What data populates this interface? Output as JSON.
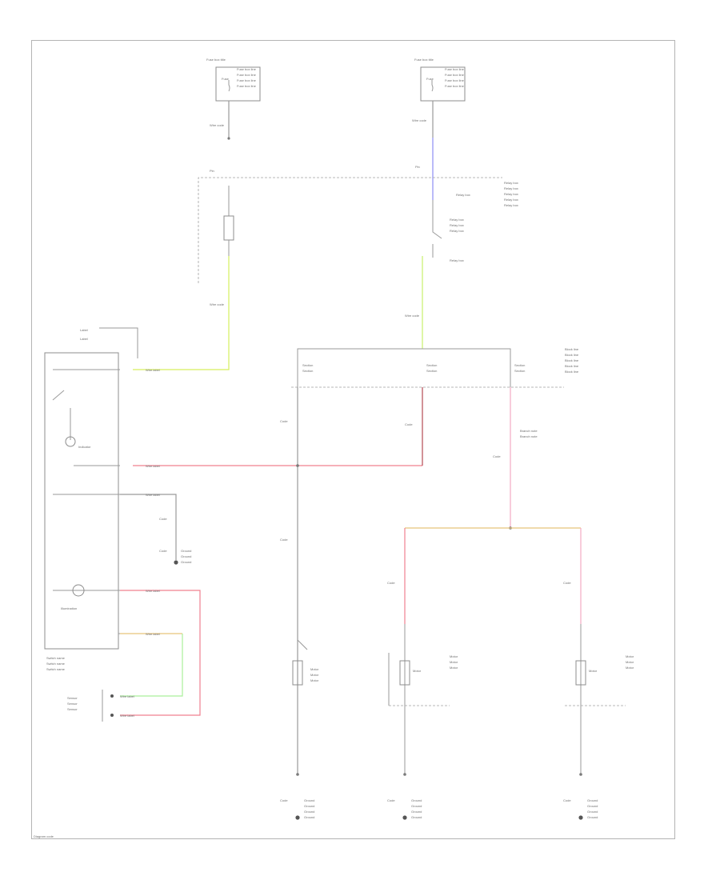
{
  "diagram": {
    "figure_code": "Diagram code",
    "colors": {
      "yellow": "#e7ef5a",
      "yellow_green": "#c8ef6b",
      "red": "#f0808f",
      "dark_red": "#b44a52",
      "pink": "#f4a9c3",
      "orange": "#e8c37a",
      "blue": "#8c8cf2",
      "green": "#a9ef9a",
      "gray": "#9a9a9a"
    },
    "fuse_boxes": {
      "left": {
        "title": "Fuse box title",
        "lines": [
          "Fuse box line",
          "Fuse box line",
          "Fuse box line",
          "Fuse box line"
        ],
        "fuse": "Fuse"
      },
      "right": {
        "title": "Fuse box title",
        "lines": [
          "Fuse box line",
          "Fuse box line",
          "Fuse box line",
          "Fuse box line"
        ],
        "fuse": "Fuse"
      }
    },
    "relay_box": {
      "lines": [
        "Relay box",
        "Relay box",
        "Relay box",
        "Relay box",
        "Relay box"
      ],
      "pins": [
        "Pin",
        "Pin"
      ],
      "wire_codes": [
        "Wire code",
        "Wire code"
      ]
    },
    "main_block": {
      "side_lines": [
        "Block line",
        "Block line",
        "Block line",
        "Block line",
        "Block line"
      ],
      "sections": [
        {
          "lines": [
            "Section",
            "Section"
          ]
        },
        {
          "lines": [
            "Section",
            "Section"
          ]
        },
        {
          "lines": [
            "Section",
            "Section"
          ]
        }
      ]
    },
    "switch": {
      "top_labels": [
        "Label",
        "Label"
      ],
      "wire_labels": [
        "Wire label",
        "Wire label",
        "Wire label",
        "Wire label",
        "Wire label"
      ],
      "indicator": "Indicator",
      "illumination": "Illumination",
      "name_lines": [
        "Switch name",
        "Switch name",
        "Switch name"
      ]
    },
    "sensor": {
      "lines": [
        "Sensor",
        "Sensor",
        "Sensor"
      ],
      "wire_labels": [
        "Wire label",
        "Wire label"
      ]
    },
    "ground_left": [
      "Ground",
      "Ground",
      "Ground"
    ],
    "branch_note": [
      "Branch note",
      "Branch note"
    ],
    "column_labels": [
      "Code",
      "Code",
      "Code",
      "Code"
    ],
    "motors": {
      "center": {
        "name_lines": [
          "Motor",
          "Motor",
          "Motor"
        ]
      },
      "left": {
        "name_lines": [
          "Motor",
          "Motor",
          "Motor"
        ],
        "inner": "Motor"
      },
      "right": {
        "name_lines": [
          "Motor",
          "Motor",
          "Motor"
        ],
        "inner": "Motor"
      }
    },
    "grounds_bottom": [
      "Ground",
      "Ground",
      "Ground",
      "Ground"
    ]
  }
}
